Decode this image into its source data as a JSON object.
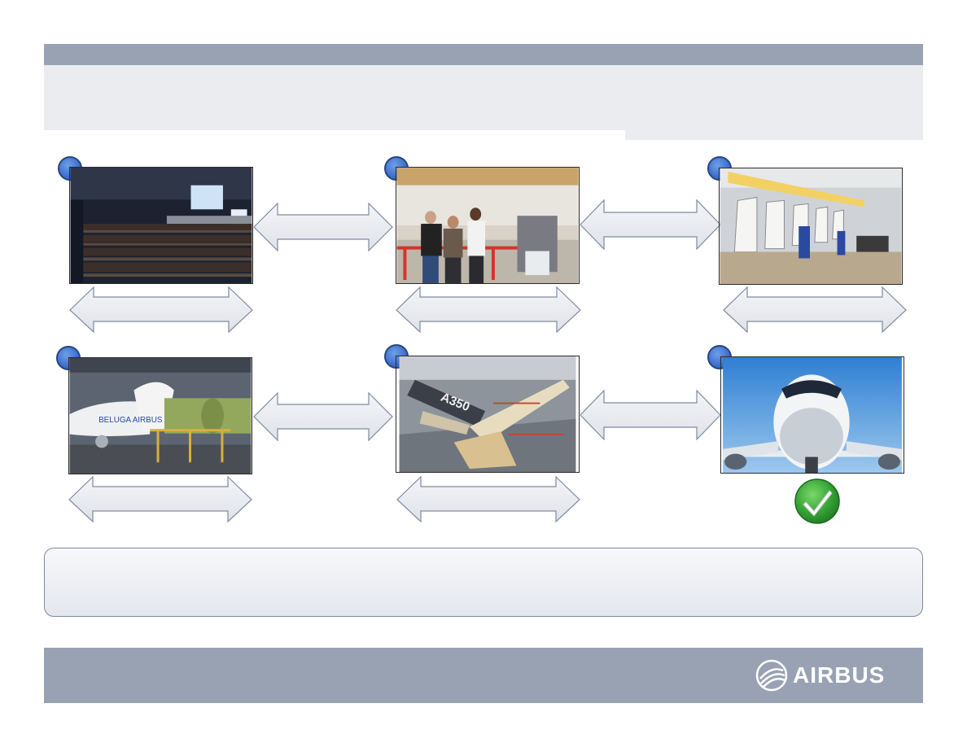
{
  "header": {
    "title": ""
  },
  "steps": [
    {
      "image": "conference-hall-photo"
    },
    {
      "image": "engineers-workshop-photo"
    },
    {
      "image": "assembly-line-photo"
    },
    {
      "image": "beluga-loading-photo"
    },
    {
      "image": "a350-assembly-hangar-photo"
    },
    {
      "image": "aircraft-nose-photo"
    }
  ],
  "info_box": {
    "text": ""
  },
  "footer": {
    "brand": "AIRBUS"
  },
  "colors": {
    "band": "#98a2b3",
    "title_bg": "#ebecf0",
    "badge": "#3c6fcf",
    "arrow_fill": "#e9ebf0",
    "arrow_stroke": "#7f8aa0",
    "check": "#35a335"
  }
}
